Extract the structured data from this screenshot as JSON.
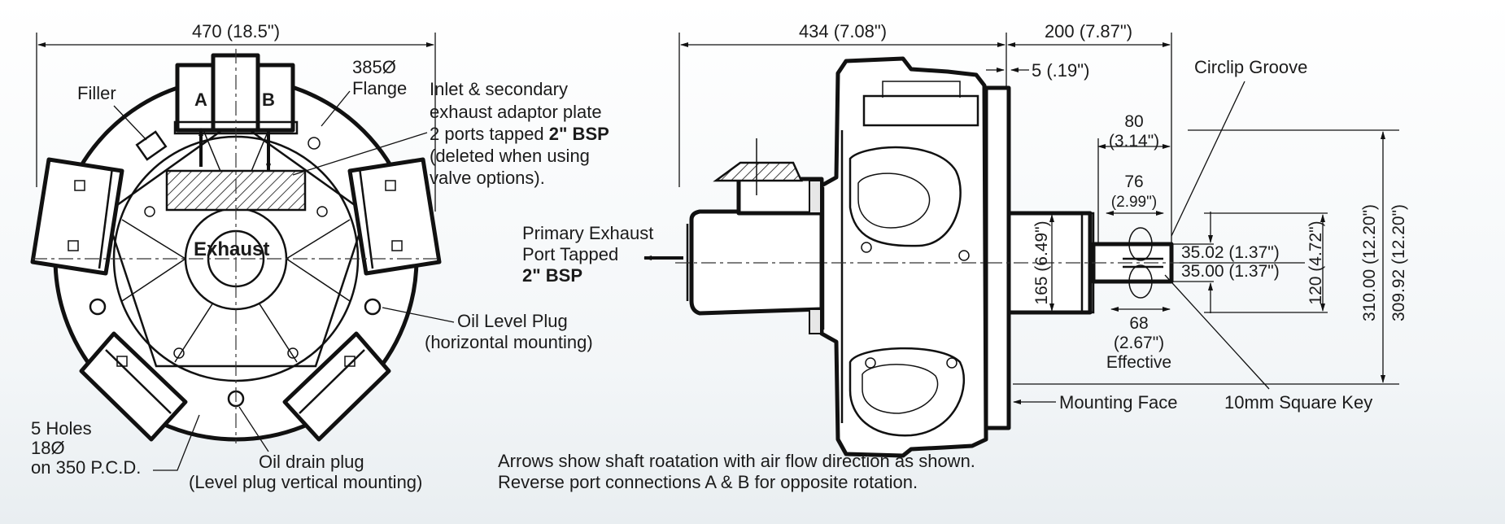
{
  "colors": {
    "line": "#111111",
    "background": "#ffffff"
  },
  "front_view": {
    "overall_width": "470 (18.5\")",
    "flange_diameter": "385Ø",
    "flange_label": "Flange",
    "filler": "Filler",
    "port_a": "A",
    "port_b": "B",
    "exhaust": "Exhaust",
    "inlet_note": {
      "line1": "Inlet & secondary",
      "line2": "exhaust adaptor plate",
      "line3_prefix": "2 ports tapped ",
      "line3_bold": "2\" BSP",
      "line4": "(deleted when using",
      "line5": "valve options)."
    },
    "oil_level_plug": "Oil Level Plug",
    "oil_level_plug_note": "(horizontal mounting)",
    "holes_line1": "5 Holes",
    "holes_line2": "18Ø",
    "holes_line3": "on 350 P.C.D.",
    "oil_drain_plug": "Oil drain plug",
    "oil_drain_plug_note": "(Level plug vertical mounting)"
  },
  "side_view": {
    "body_length": "434 (7.08\")",
    "shaft_length": "200 (7.87\")",
    "flange_thickness": "5 (.19\")",
    "circlip_groove": "Circlip Groove",
    "dim_80": "80",
    "dim_80_in": "(3.14\")",
    "dim_76": "76",
    "dim_76_in": "(2.99\")",
    "dim_68": "68",
    "dim_68_in": "(2.67\")",
    "dim_68_note": "Effective",
    "dia_max": "35.02 (1.37\")",
    "dia_min": "35.00 (1.37\")",
    "dim_120": "120 (4.72\")",
    "dim_310": "310.00 (12.20\")",
    "dim_309": "309.92 (12.20\")",
    "dim_165": "165 (6.49\")",
    "primary_exhaust_line1": "Primary Exhaust",
    "primary_exhaust_line2": "Port Tapped",
    "primary_exhaust_bold": "2\" BSP",
    "mounting_face": "Mounting Face",
    "square_key": "10mm Square Key"
  },
  "notes": {
    "line1": "Arrows show shaft roatation with air flow direction as shown.",
    "line2": "Reverse port connections A & B for opposite rotation."
  }
}
